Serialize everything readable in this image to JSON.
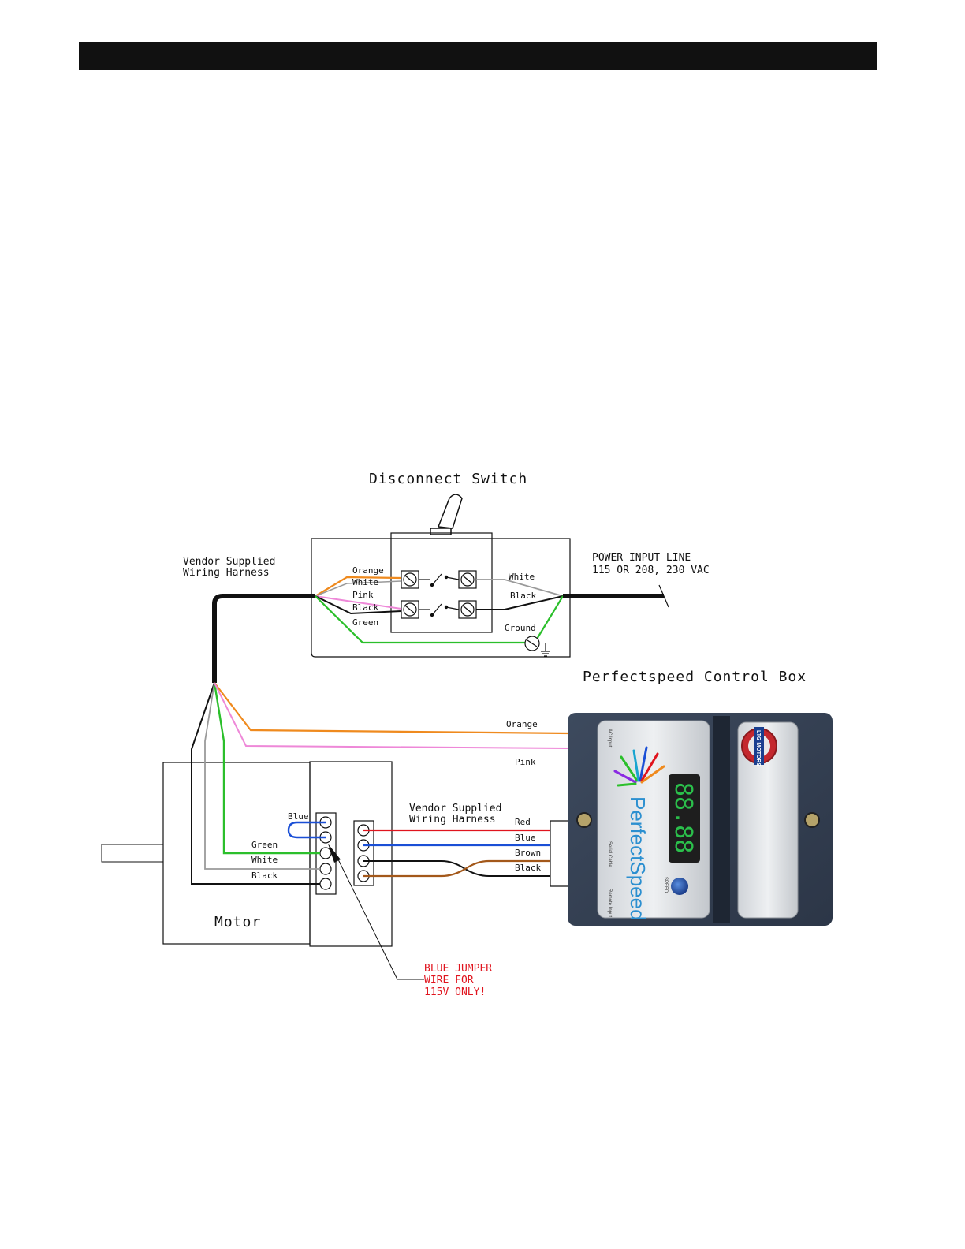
{
  "colors": {
    "orange": "#ef8a1e",
    "white_wire": "#9a9a9a",
    "pink": "#ee88d8",
    "black": "#111111",
    "green": "#2bbf2b",
    "blue": "#1a4fd6",
    "red": "#e0141e",
    "brown": "#a3581a",
    "warning": "#e0141e"
  },
  "titles": {
    "disconnect_switch": "Disconnect Switch",
    "control_box": "Perfectspeed Control Box",
    "motor": "Motor"
  },
  "harness_top": {
    "line1": "Vendor Supplied",
    "line2": "Wiring Harness"
  },
  "harness_bottom": {
    "line1": "Vendor Supplied",
    "line2": "Wiring Harness"
  },
  "power_input": {
    "line1": "POWER INPUT LINE",
    "line2": "115 OR 208, 230 VAC"
  },
  "switch_wires": {
    "left": [
      "Orange",
      "White",
      "Pink",
      "Black",
      "Green"
    ],
    "right": [
      "White",
      "Black"
    ],
    "ground": "Ground"
  },
  "box_wires": {
    "orange": "Orange",
    "pink": "Pink"
  },
  "motor_wires": [
    "Blue",
    "Green",
    "White",
    "Black"
  ],
  "control_wires": [
    "Red",
    "Blue",
    "Brown",
    "Black"
  ],
  "jumper_note": [
    "BLUE JUMPER",
    "WIRE FOR",
    "115V ONLY!"
  ],
  "device": {
    "brand": "PerfectSpeed",
    "display": "88.88",
    "speed_label": "SPEED",
    "side_labels": [
      "AC Input",
      "Serial Cable",
      "Remote Input"
    ],
    "logo": "LTG MOTORS"
  },
  "icons": [
    "ground-icon",
    "toggle-lever-icon",
    "screw-terminal-icon",
    "perfectspeed-logo-icon",
    "ltg-motors-logo-icon"
  ]
}
